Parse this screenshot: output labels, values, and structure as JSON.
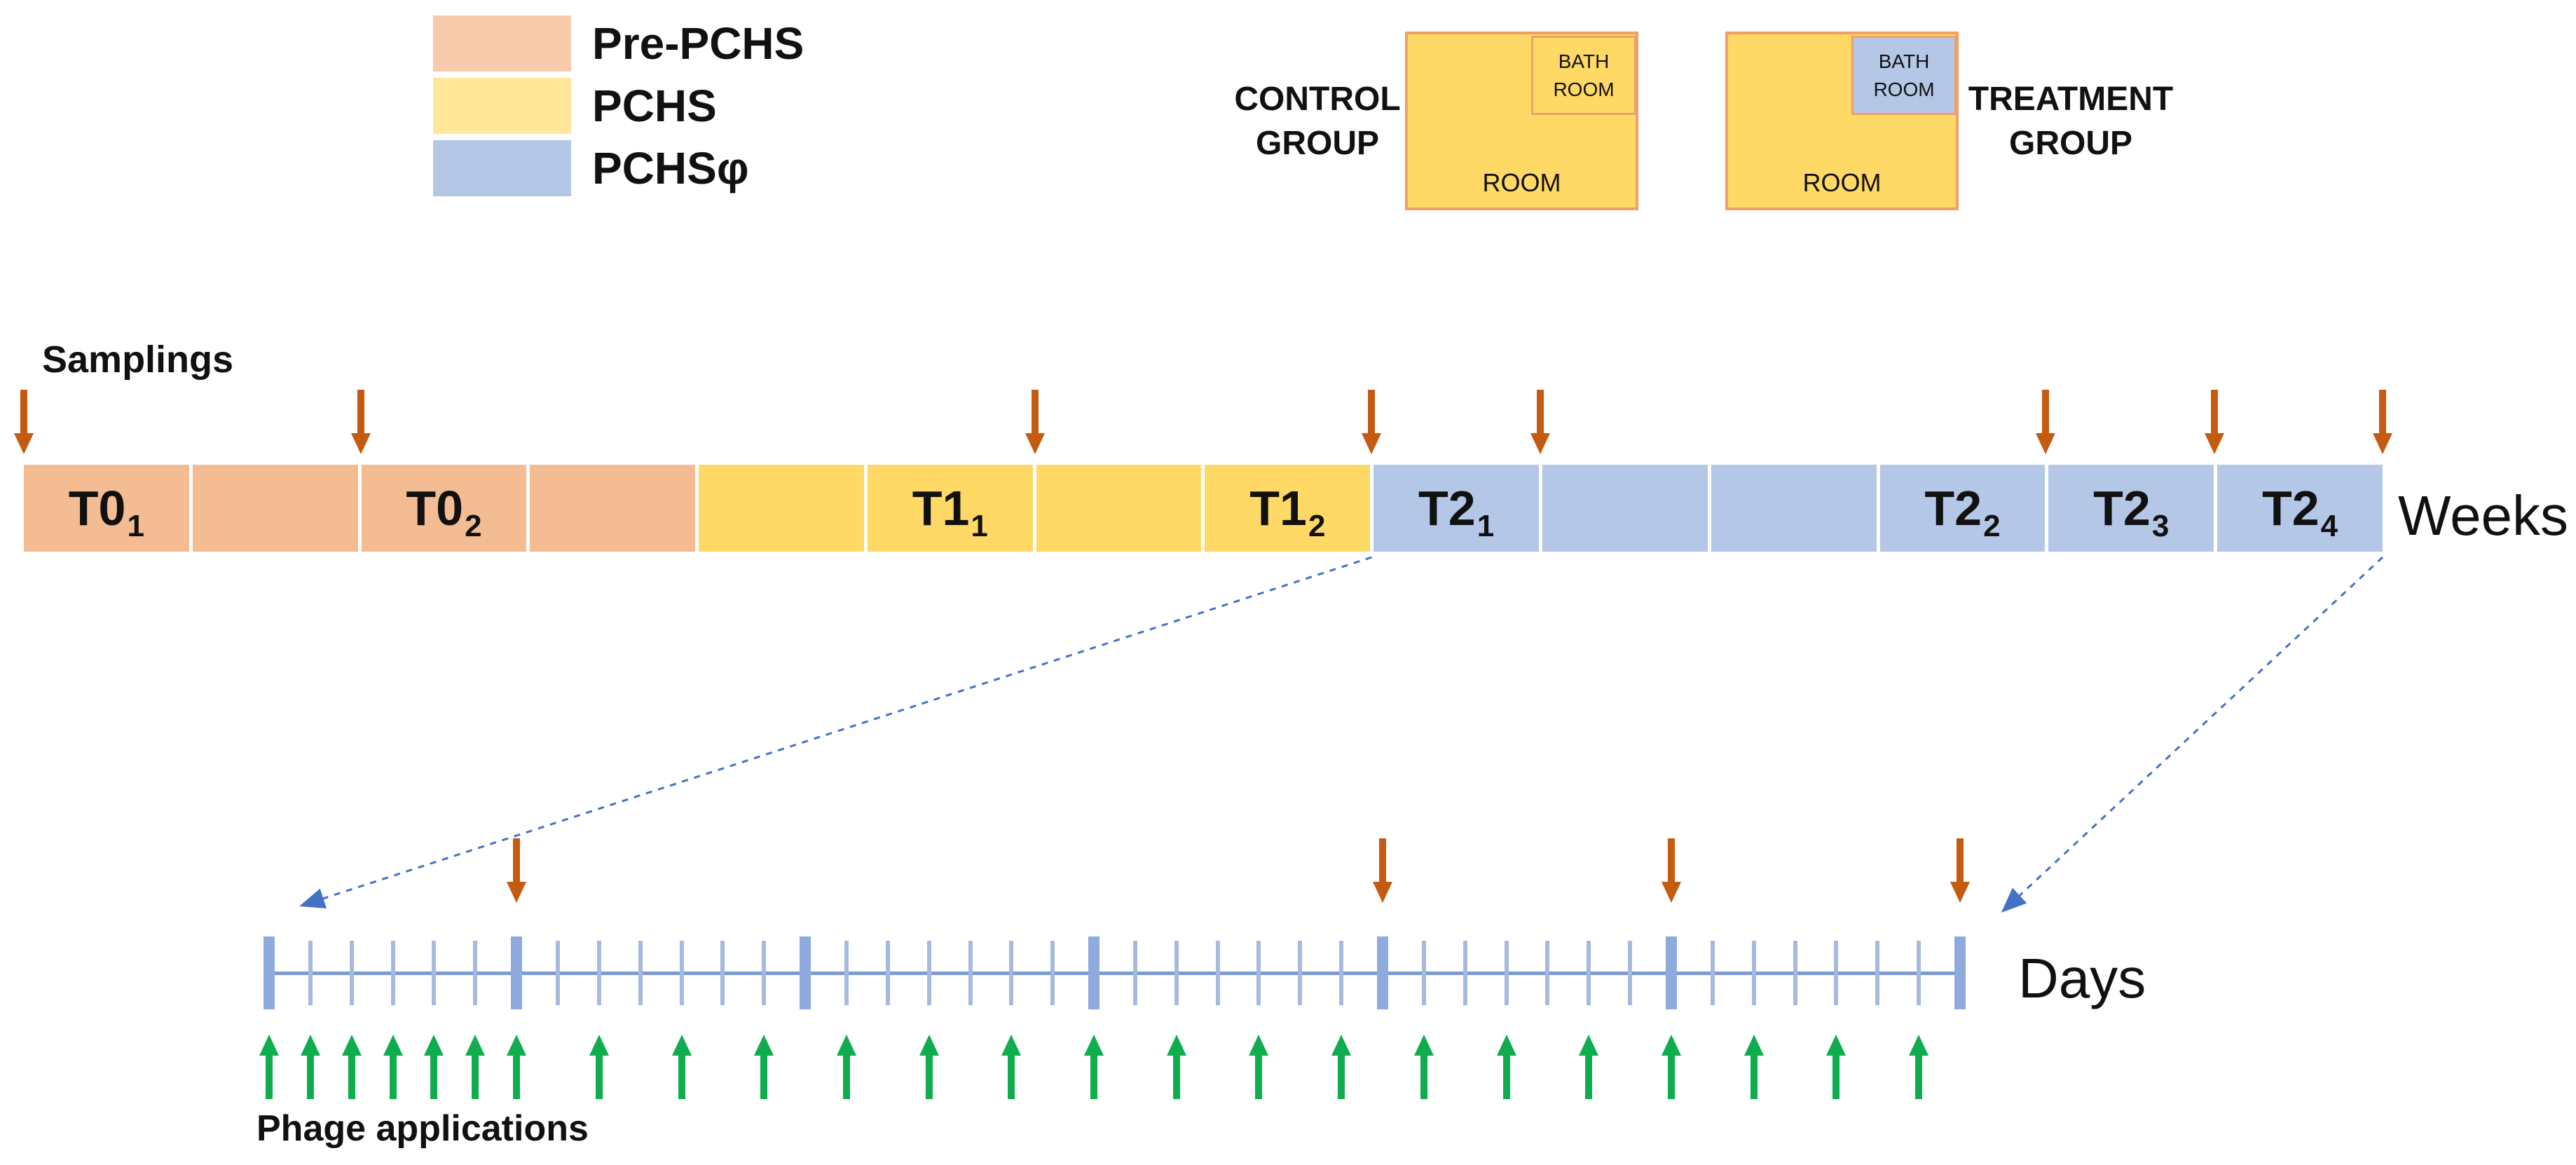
{
  "legend": {
    "items": [
      {
        "label": "Pre-PCHS",
        "color": "#F8CBAD"
      },
      {
        "label": "PCHS",
        "color": "#FFE699"
      },
      {
        "label": "PCHSφ",
        "color": "#B4C7E7"
      }
    ]
  },
  "groups": {
    "control": {
      "name_lines": [
        "CONTROL",
        "GROUP"
      ],
      "room_label": "ROOM",
      "bathroom_lines": [
        "BATH",
        "ROOM"
      ],
      "bathroom_color": "#FFD966"
    },
    "treatment": {
      "name_lines": [
        "TREATMENT",
        "GROUP"
      ],
      "room_label": "ROOM",
      "bathroom_lines": [
        "BATH",
        "ROOM"
      ],
      "bathroom_color": "#B4C7E7"
    }
  },
  "samplings_label": "Samplings",
  "phage_label": "Phage applications",
  "weeks": {
    "axis_label": "Weeks",
    "cells": [
      {
        "label": "T0",
        "sub": "1",
        "phase": "pre"
      },
      {
        "label": "",
        "sub": "",
        "phase": "pre"
      },
      {
        "label": "T0",
        "sub": "2",
        "phase": "pre"
      },
      {
        "label": "",
        "sub": "",
        "phase": "pre"
      },
      {
        "label": "",
        "sub": "",
        "phase": "pchs"
      },
      {
        "label": "T1",
        "sub": "1",
        "phase": "pchs"
      },
      {
        "label": "",
        "sub": "",
        "phase": "pchs"
      },
      {
        "label": "T1",
        "sub": "2",
        "phase": "pchs"
      },
      {
        "label": "T2",
        "sub": "1",
        "phase": "phi"
      },
      {
        "label": "",
        "sub": "",
        "phase": "phi"
      },
      {
        "label": "",
        "sub": "",
        "phase": "phi"
      },
      {
        "label": "T2",
        "sub": "2",
        "phase": "phi"
      },
      {
        "label": "T2",
        "sub": "3",
        "phase": "phi"
      },
      {
        "label": "T2",
        "sub": "4",
        "phase": "phi"
      }
    ],
    "sampling_boundaries": [
      0,
      2,
      6,
      8,
      9,
      12,
      13,
      14
    ]
  },
  "days": {
    "axis_label": "Days",
    "total_days": 42,
    "week_tick_days": [
      1,
      7,
      14,
      21,
      28,
      35,
      42
    ],
    "sampling_days": [
      7,
      28,
      35,
      42
    ],
    "phage_days": [
      1,
      2,
      3,
      4,
      5,
      6,
      7,
      9,
      11,
      13,
      15,
      17,
      19,
      21,
      23,
      25,
      27,
      29,
      31,
      33,
      35,
      37,
      39,
      41
    ]
  },
  "colors": {
    "pre_pchs": "#F3BC92",
    "pchs": "#FFD965",
    "pchs_phi": "#B4C7E7",
    "room_fill": "#FFD966",
    "room_border": "#EFA068",
    "sampling_arrow": "#C55A11",
    "phage_arrow": "#0FAD4E",
    "dashed_line": "#4472C4",
    "tick_thin": "#A6BAE0",
    "tick_thick": "#8FAADC",
    "timeline_line": "#7B9BD2"
  }
}
